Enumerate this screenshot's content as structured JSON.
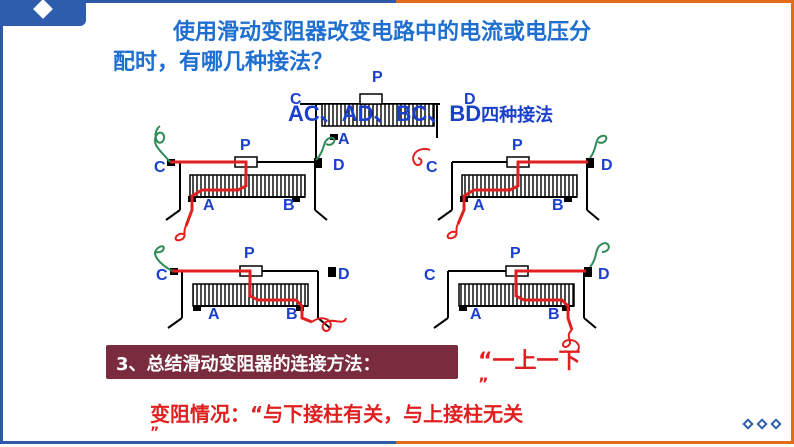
{
  "question": {
    "line1": "使用滑动变阻器改变电路中的电流或电压分",
    "line2": "配时，有哪几种接法？"
  },
  "methods": {
    "prefix": "AC、AD、BC、BD",
    "suffix": "四种接法"
  },
  "terminal_labels": {
    "p": "P",
    "a": "A",
    "b": "B",
    "c": "C",
    "d": "D"
  },
  "summary": {
    "label": "3、总结滑动变阻器的连接方法：",
    "answer": "“一上一下",
    "answer_tail": "”"
  },
  "variable": {
    "text": "变阻情况：“与下接柱有关，与上接柱无关",
    "tail": "”"
  },
  "colors": {
    "blue": "#1a3fcc",
    "red": "#e02020",
    "green": "#2e8b57",
    "maroon": "#7a2b3d"
  }
}
